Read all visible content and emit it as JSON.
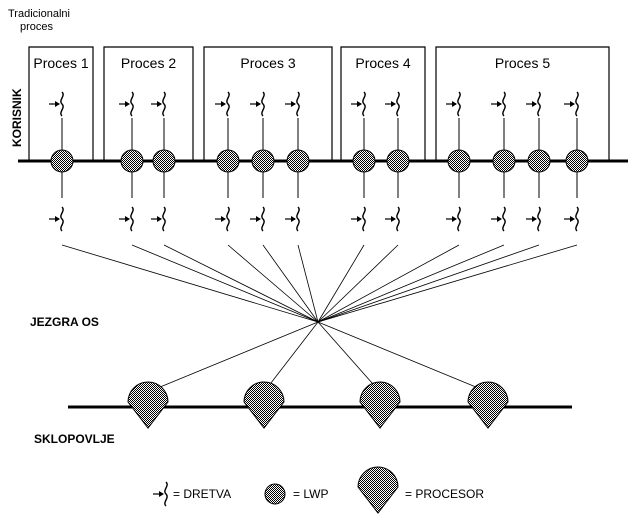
{
  "diagram": {
    "traditional_label_line1": "Tradicionalni",
    "traditional_label_line2": "proces",
    "processes": [
      {
        "label": "Proces 1",
        "threads": 1
      },
      {
        "label": "Proces 2",
        "threads": 2
      },
      {
        "label": "Proces 3",
        "threads": 3
      },
      {
        "label": "Proces 4",
        "threads": 2
      },
      {
        "label": "Proces 5",
        "threads": 4
      }
    ],
    "user_layer_label": "KORISNIK",
    "kernel_label": "JEZGRA OS",
    "hardware_label": "SKLOPOVLJE",
    "processor_count": 4,
    "legend": {
      "thread": "= DRETVA",
      "lwp": "= LWP",
      "processor": "= PROCESOR"
    },
    "colors": {
      "line": "#000000",
      "node_fill": "#bdbdbd",
      "background": "#ffffff"
    }
  }
}
